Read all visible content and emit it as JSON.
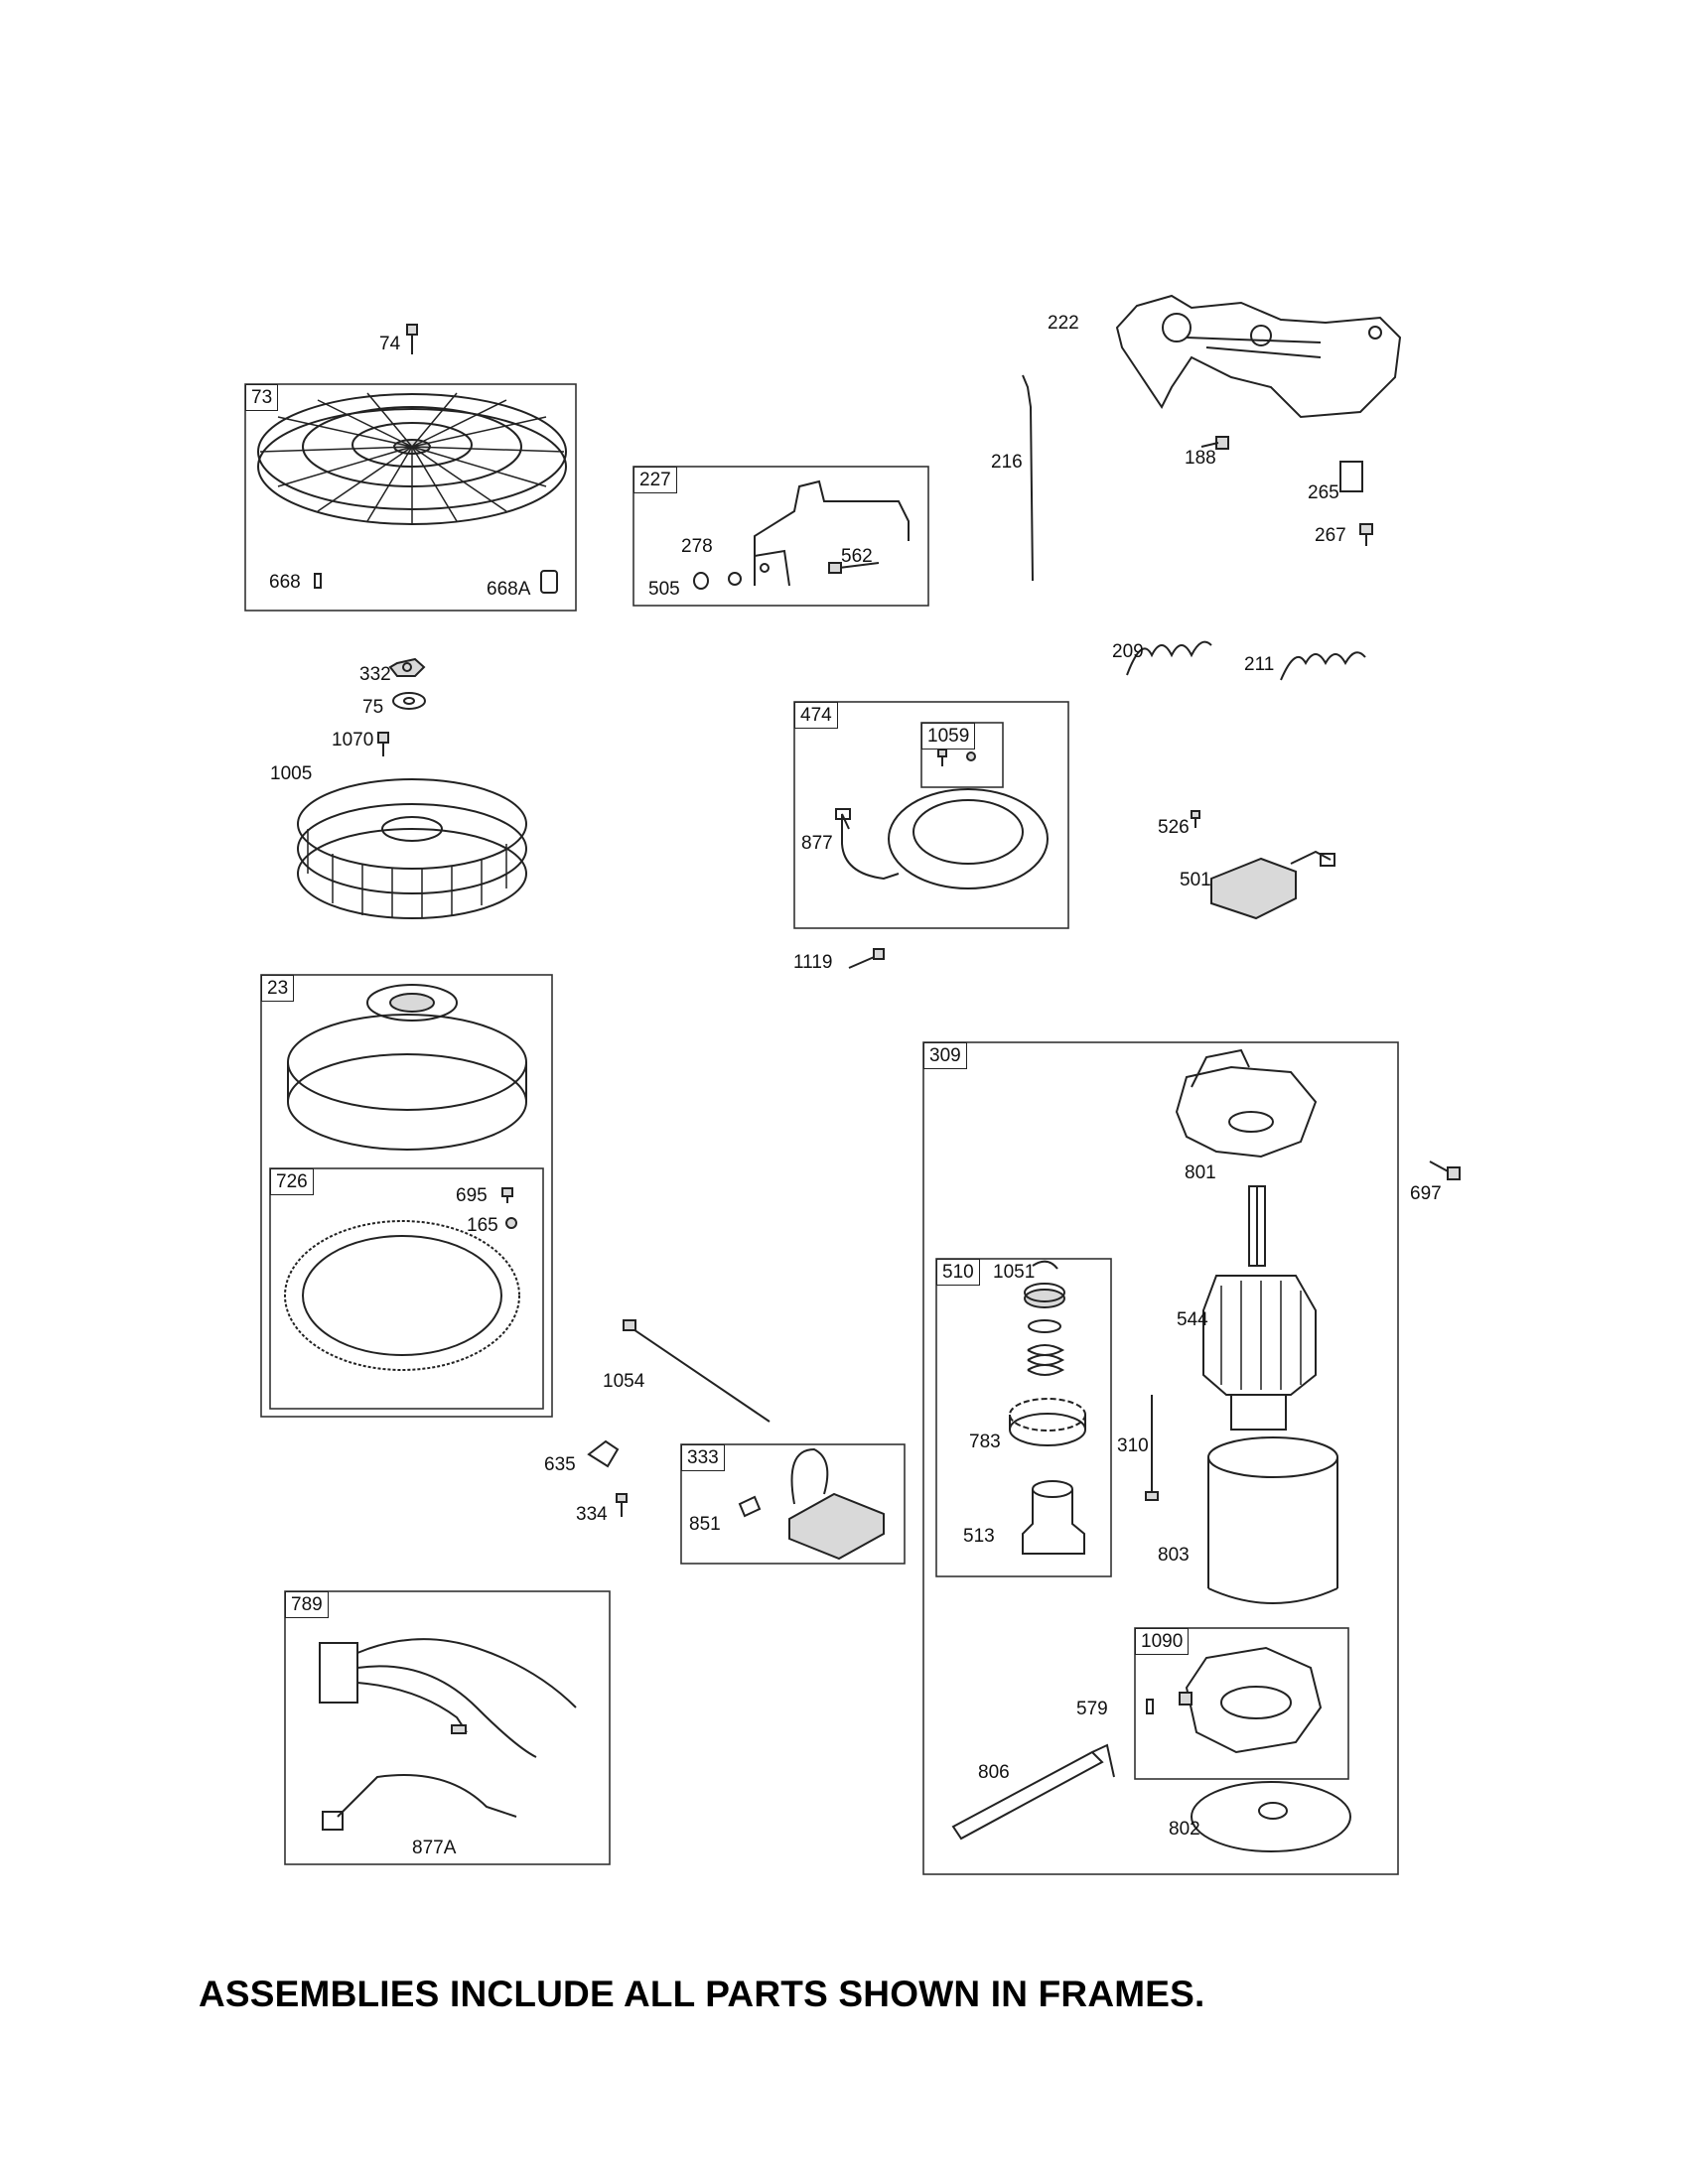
{
  "frames": [
    {
      "id": "frame-73",
      "tag": "73"
    },
    {
      "id": "frame-227",
      "tag": "227"
    },
    {
      "id": "frame-474",
      "tag": "474"
    },
    {
      "id": "frame-1059",
      "tag": "1059"
    },
    {
      "id": "frame-23",
      "tag": "23"
    },
    {
      "id": "frame-726",
      "tag": "726"
    },
    {
      "id": "frame-309",
      "tag": "309"
    },
    {
      "id": "frame-510",
      "tag": "510"
    },
    {
      "id": "frame-1090",
      "tag": "1090"
    },
    {
      "id": "frame-333",
      "tag": "333"
    },
    {
      "id": "frame-789",
      "tag": "789"
    }
  ],
  "parts": {
    "p74": "74",
    "p668": "668",
    "p668A": "668A",
    "p278": "278",
    "p505": "505",
    "p562": "562",
    "p216": "216",
    "p222": "222",
    "p188": "188",
    "p265": "265",
    "p267": "267",
    "p209": "209",
    "p211": "211",
    "p332": "332",
    "p75": "75",
    "p1070": "1070",
    "p1005": "1005",
    "p877": "877",
    "p526": "526",
    "p501": "501",
    "p1119": "1119",
    "p695": "695",
    "p165": "165",
    "p801": "801",
    "p697": "697",
    "p1051": "1051",
    "p544": "544",
    "p783": "783",
    "p310": "310",
    "p513": "513",
    "p803": "803",
    "p1054": "1054",
    "p635": "635",
    "p334": "334",
    "p851": "851",
    "p579": "579",
    "p806": "806",
    "p802": "802",
    "p877A": "877A"
  },
  "footer": "ASSEMBLIES INCLUDE ALL PARTS SHOWN IN FRAMES."
}
